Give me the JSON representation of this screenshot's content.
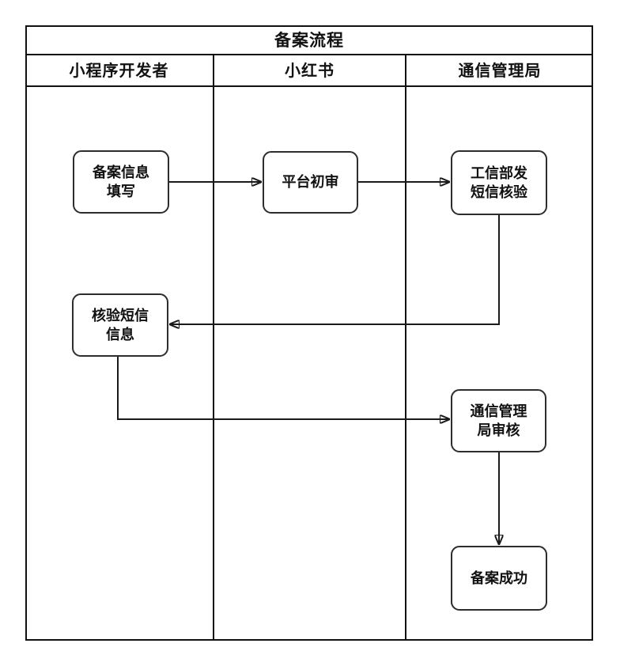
{
  "diagram": {
    "title": "备案流程",
    "lanes": [
      {
        "id": "developer",
        "label": "小程序开发者"
      },
      {
        "id": "xiaohongshu",
        "label": "小红书"
      },
      {
        "id": "telecom-bureau",
        "label": "通信管理局"
      }
    ],
    "nodes": {
      "fill_info": {
        "lane": "developer",
        "label": "备案信息\n填写"
      },
      "platform_review": {
        "lane": "xiaohongshu",
        "label": "平台初审"
      },
      "miit_sms": {
        "lane": "telecom-bureau",
        "label": "工信部发\n短信核验"
      },
      "verify_sms": {
        "lane": "developer",
        "label": "核验短信\n信息"
      },
      "bureau_review": {
        "lane": "telecom-bureau",
        "label": "通信管理\n局审核"
      },
      "success": {
        "lane": "telecom-bureau",
        "label": "备案成功"
      }
    },
    "edges": [
      {
        "from": "fill_info",
        "to": "platform_review"
      },
      {
        "from": "platform_review",
        "to": "miit_sms"
      },
      {
        "from": "miit_sms",
        "to": "verify_sms"
      },
      {
        "from": "verify_sms",
        "to": "bureau_review"
      },
      {
        "from": "bureau_review",
        "to": "success"
      }
    ],
    "colors": {
      "background": "#ffffff",
      "frame_line": "#111111",
      "node_border": "#2d2d2d",
      "arrow": "#1a1a1a",
      "text": "#111111"
    }
  }
}
